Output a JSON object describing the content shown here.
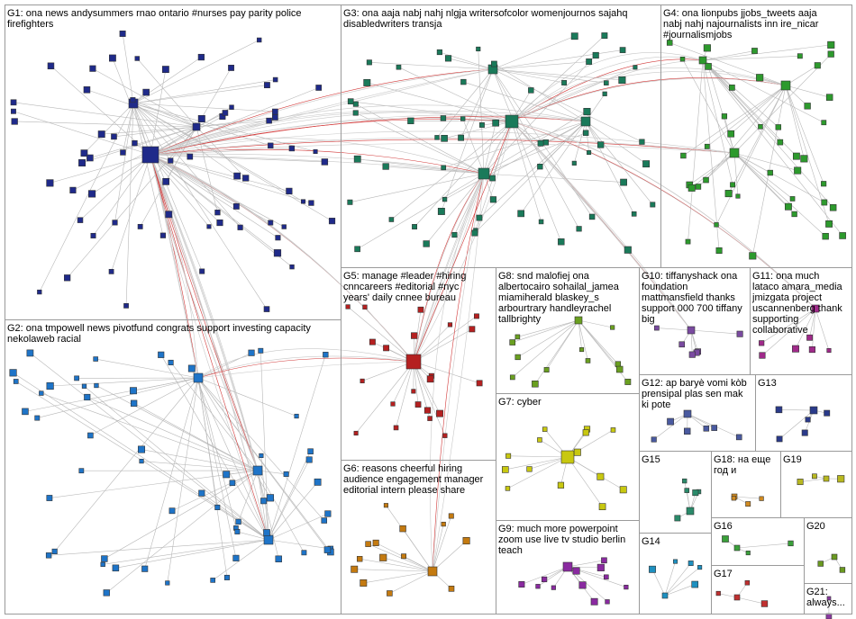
{
  "graph": {
    "groups": [
      {
        "id": "G1",
        "lines": [
          "G1: ona news andysummers rnao ontario #nurses pay parity police",
          "firefighters"
        ],
        "color": "#1f2a8a"
      },
      {
        "id": "G2",
        "lines": [
          "G2: ona tmpowell news pivotfund congrats support investing capacity",
          "nekolaweb racial"
        ],
        "color": "#1e74c8"
      },
      {
        "id": "G3",
        "lines": [
          "G3: ona aaja nabj nahj nlgja writersofcolor womenjournos sajahq",
          "disabledwriters transja"
        ],
        "color": "#1a7a5a"
      },
      {
        "id": "G4",
        "lines": [
          "G4: ona lionpubs jjobs_tweets aaja",
          "nabj nahj najournalists inn ire_nicar",
          "#journalismjobs"
        ],
        "color": "#2d9a2d"
      },
      {
        "id": "G5",
        "lines": [
          "G5: manage #leader #hiring",
          "cnncareers #editorial #nyc",
          "years' daily cnnee bureau"
        ],
        "color": "#b52020"
      },
      {
        "id": "G6",
        "lines": [
          "G6: reasons cheerful hiring",
          "audience engagement manager",
          "editorial intern please share"
        ],
        "color": "#c47a10"
      },
      {
        "id": "G7",
        "lines": [
          "G7: cyber"
        ],
        "color": "#c8c810"
      },
      {
        "id": "G8",
        "lines": [
          "G8: snd malofiej ona",
          "albertocairo sohailal_jamea",
          "miamiherald blaskey_s",
          "arbourtrary handleyrachel",
          "tallbrighty"
        ],
        "color": "#6aa020"
      },
      {
        "id": "G9",
        "lines": [
          "G9: much more powerpoint",
          "zoom use live tv studio berlin",
          "teach"
        ],
        "color": "#8a2aa0"
      },
      {
        "id": "G10",
        "lines": [
          "G10: tiffanyshack ona",
          "foundation",
          "mattmansfield thanks",
          "support 000 700 tiffany",
          "big"
        ],
        "color": "#7a4aa0"
      },
      {
        "id": "G11",
        "lines": [
          "G11: ona much",
          "lataco amara_media",
          "jmizgata project",
          "uscannenberg thank",
          "supporting",
          "collaborative"
        ],
        "color": "#a02a8a"
      },
      {
        "id": "G12",
        "lines": [
          "G12: ap baryè vomi kòb",
          "prensipal plas sen mak",
          "ki pote"
        ],
        "color": "#4a5aa0"
      },
      {
        "id": "G13",
        "lines": [
          "G13"
        ],
        "color": "#2a3a8a"
      },
      {
        "id": "G14",
        "lines": [
          "G14"
        ],
        "color": "#1e90c0"
      },
      {
        "id": "G15",
        "lines": [
          "G15"
        ],
        "color": "#2a8a6a"
      },
      {
        "id": "G16",
        "lines": [
          "G16"
        ],
        "color": "#3aa03a"
      },
      {
        "id": "G17",
        "lines": [
          "G17"
        ],
        "color": "#c03030"
      },
      {
        "id": "G18",
        "lines": [
          "G18: на еще",
          "год и"
        ],
        "color": "#d08a20"
      },
      {
        "id": "G19",
        "lines": [
          "G19"
        ],
        "color": "#b8b820"
      },
      {
        "id": "G20",
        "lines": [
          "G20"
        ],
        "color": "#6a9a20"
      },
      {
        "id": "G21",
        "lines": [
          "G21:",
          "always..."
        ],
        "color": "#8a3aa0"
      }
    ]
  }
}
